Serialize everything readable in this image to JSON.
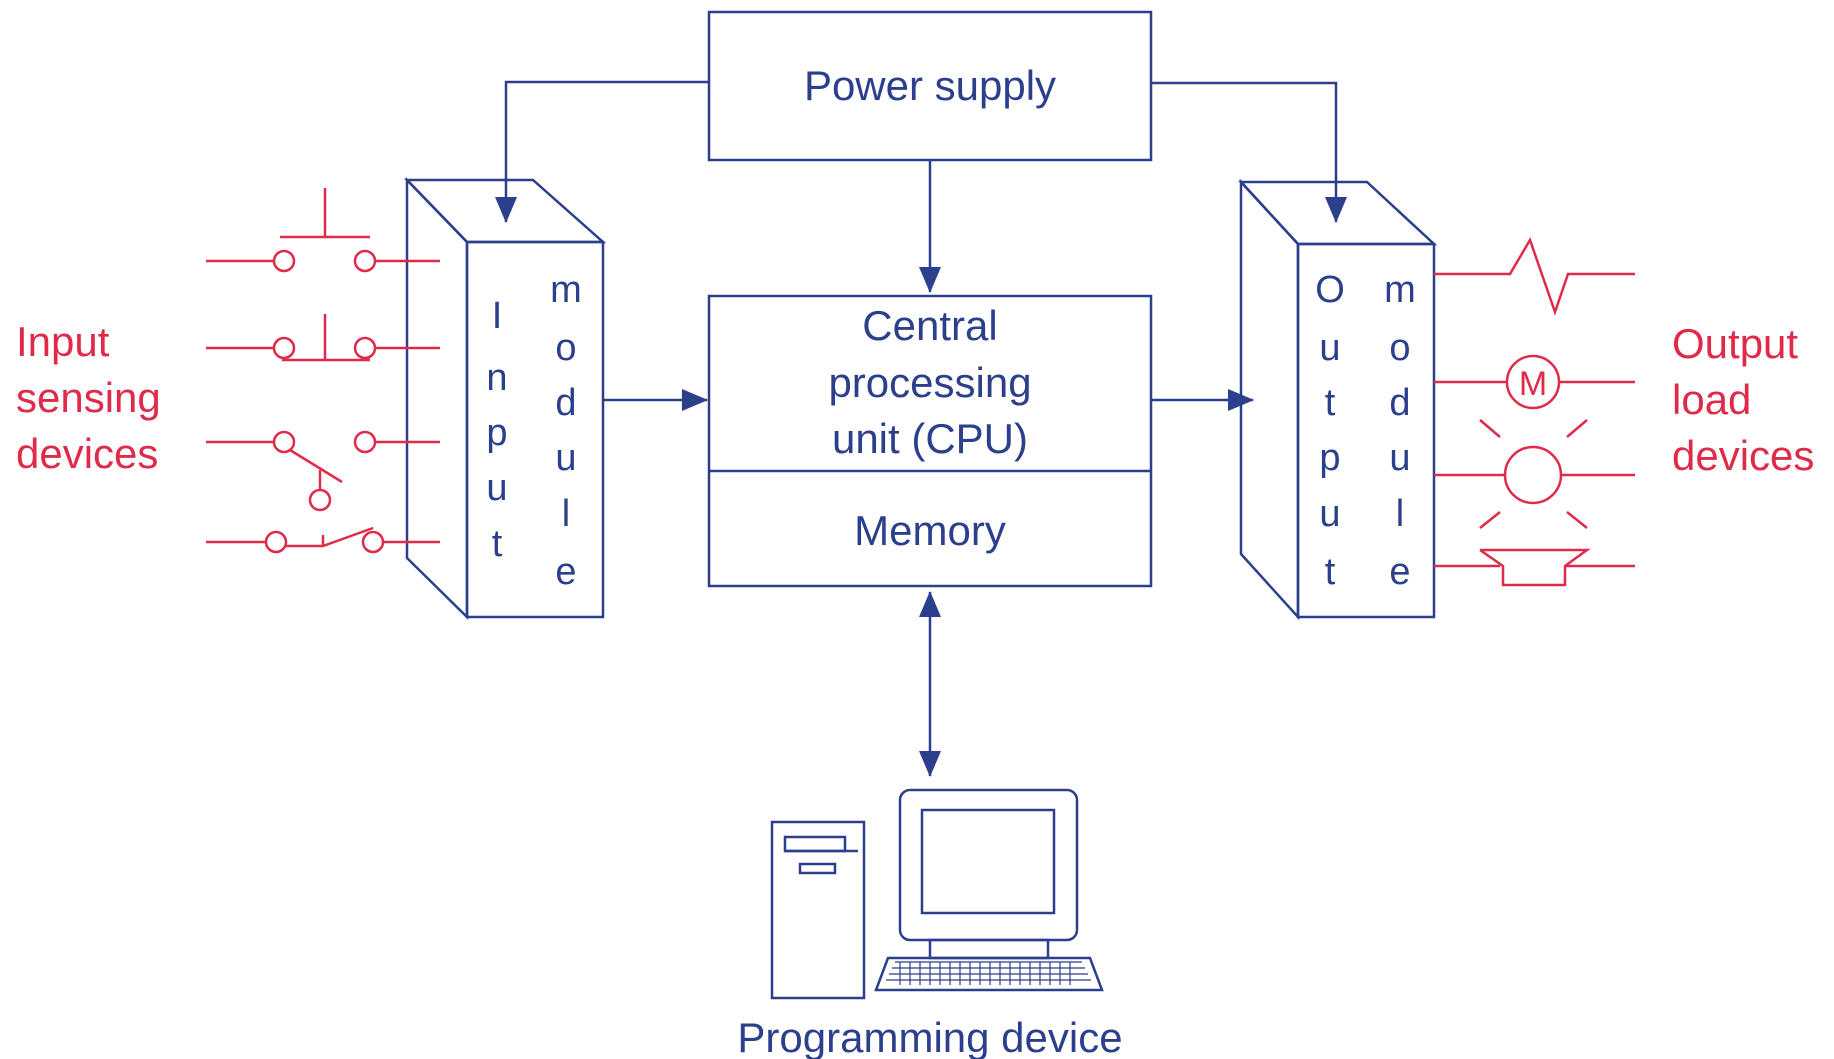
{
  "colors": {
    "module_blue": "#2b3f8c",
    "device_red": "#e02a4a",
    "background": "#ffffff"
  },
  "blocks": {
    "power_supply": "Power supply",
    "cpu_line1": "Central",
    "cpu_line2": "processing",
    "cpu_line3": "unit (CPU)",
    "memory": "Memory",
    "programming_device": "Programming device"
  },
  "input_module": {
    "word1": [
      "I",
      "n",
      "p",
      "u",
      "t"
    ],
    "word2": [
      "m",
      "o",
      "d",
      "u",
      "l",
      "e"
    ]
  },
  "output_module": {
    "word1": [
      "O",
      "u",
      "t",
      "p",
      "u",
      "t"
    ],
    "word2": [
      "m",
      "o",
      "d",
      "u",
      "l",
      "e"
    ]
  },
  "input_label": {
    "line1": "Input",
    "line2": "sensing",
    "line3": "devices"
  },
  "output_label": {
    "line1": "Output",
    "line2": "load",
    "line3": "devices",
    "motor_symbol": "M"
  },
  "icons": [
    "pushbutton-no-icon",
    "pushbutton-nc-icon",
    "selector-switch-icon",
    "limit-switch-icon",
    "heater-icon",
    "motor-icon",
    "lamp-icon",
    "horn-icon",
    "computer-icon"
  ]
}
